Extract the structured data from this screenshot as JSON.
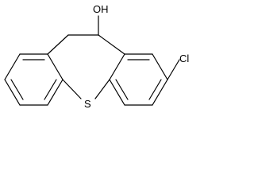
{
  "molecule": {
    "atoms": {
      "hydroxyl": "OH",
      "chlorine": "Cl",
      "sulfur": "S"
    }
  }
}
